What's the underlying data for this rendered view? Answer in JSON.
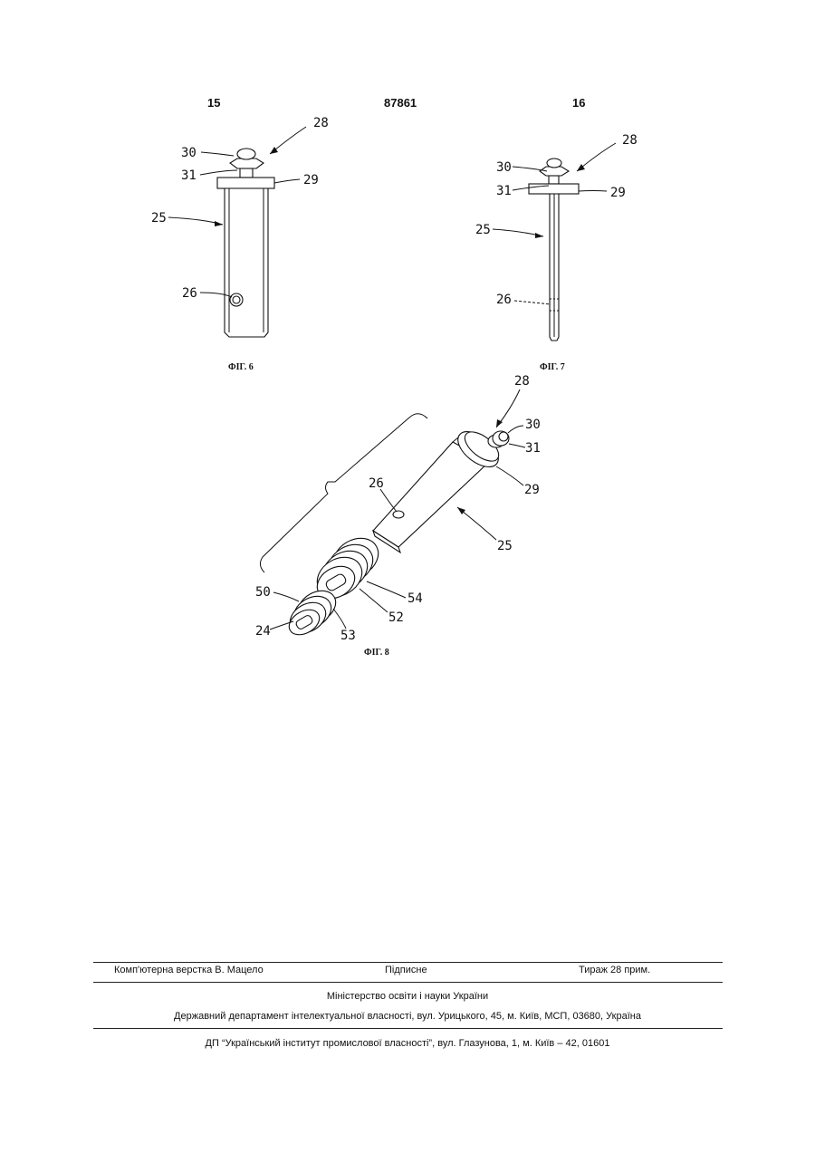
{
  "header": {
    "left_page": "15",
    "patent_number": "87861",
    "right_page": "16"
  },
  "figures": [
    {
      "caption": "ФІГ. 6",
      "labels": [
        "28",
        "30",
        "31",
        "29",
        "25",
        "26"
      ]
    },
    {
      "caption": "ФІГ. 7",
      "labels": [
        "28",
        "30",
        "31",
        "29",
        "25",
        "26"
      ]
    },
    {
      "caption": "ФІГ. 8",
      "labels": [
        "28",
        "30",
        "31",
        "29",
        "26",
        "25",
        "50",
        "54",
        "52",
        "24",
        "53"
      ]
    }
  ],
  "footer": {
    "layout": "Комп'ютерна верстка В. Мацело",
    "signed": "Підписне",
    "circulation": "Тираж 28 прим.",
    "ministry": "Міністерство освіти і науки України",
    "department": "Державний департамент інтелектуальної власності, вул. Урицького, 45, м. Київ, МСП, 03680, Україна",
    "institute": "ДП “Український інститут промислової власності”, вул. Глазунова, 1, м. Київ – 42, 01601"
  }
}
